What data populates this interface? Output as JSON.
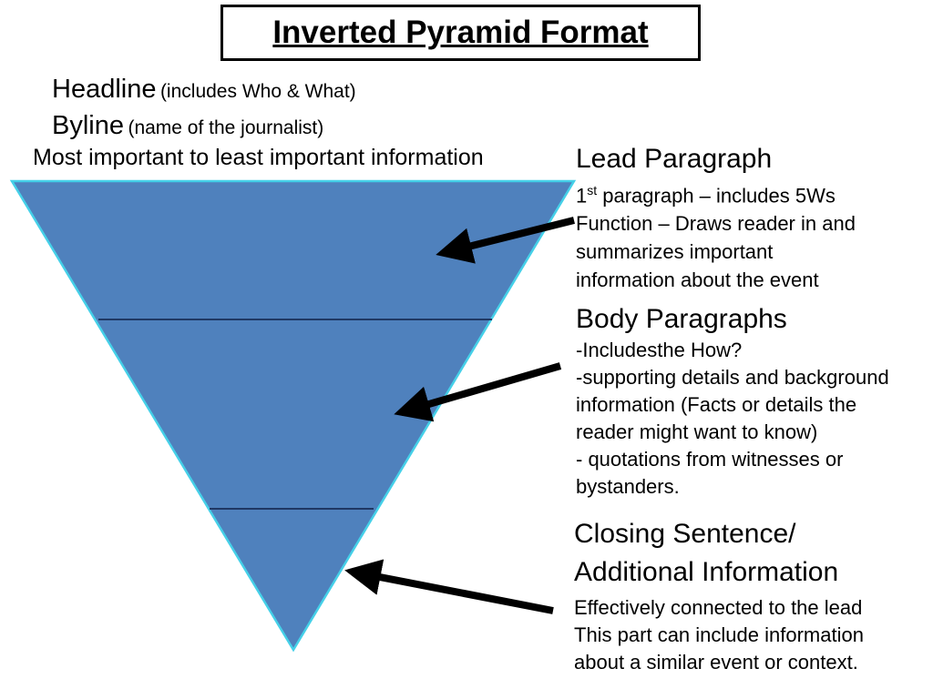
{
  "title": "Inverted Pyramid Format",
  "header_left": {
    "headline_label": "Headline",
    "headline_note": "(includes Who & What)",
    "byline_label": "Byline",
    "byline_note": "(name of the journalist)",
    "flow_caption": "Most important to least important information"
  },
  "annotations": {
    "lead": {
      "heading": "Lead Paragraph",
      "line1_prefix": "1",
      "line1_sup": "st",
      "line1_rest": " paragraph – includes 5Ws",
      "lines": [
        "Function – Draws reader in and",
        "summarizes important",
        "information about the event"
      ]
    },
    "body": {
      "heading": "Body Paragraphs",
      "lines": [
        "-Includesthe How?",
        "-supporting details and background",
        "information (Facts or details the",
        "reader might want to know)",
        "- quotations from witnesses or",
        "bystanders."
      ]
    },
    "closing": {
      "heading_lines": [
        "Closing Sentence/",
        "Additional Information"
      ],
      "lines": [
        "Effectively connected to the lead",
        "This part can include information",
        "about a similar event or context."
      ]
    }
  },
  "colors": {
    "pyramid_fill": "#4f81bd",
    "pyramid_border": "#45d0e8",
    "divider_line": "#1f3864",
    "arrow": "#000000"
  }
}
